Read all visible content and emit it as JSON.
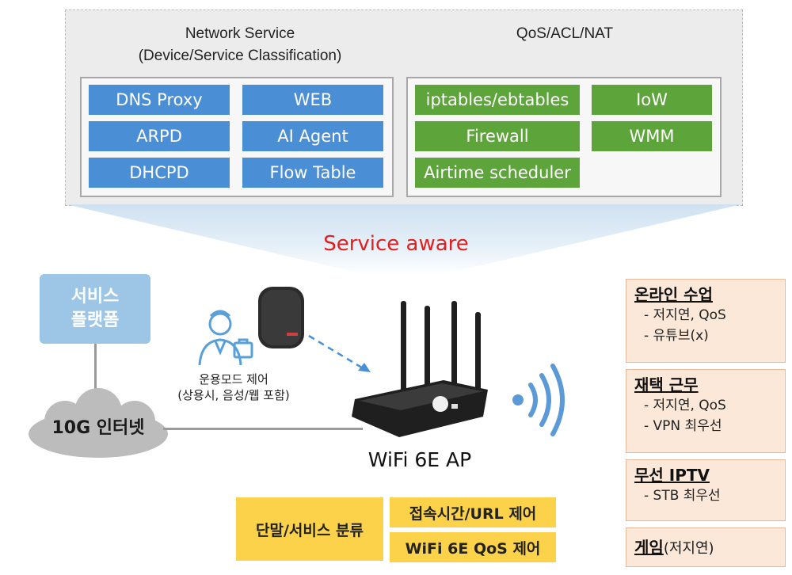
{
  "top_panel": {
    "network_service": {
      "title_line1": "Network Service",
      "title_line2": "(Device/Service Classification)",
      "items": [
        "DNS Proxy",
        "WEB",
        "ARPD",
        "AI Agent",
        "DHCPD",
        "Flow Table"
      ]
    },
    "qos": {
      "title": "QoS/ACL/NAT",
      "items": [
        "iptables/ebtables",
        "IoW",
        "Firewall",
        "WMM",
        "Airtime scheduler"
      ]
    }
  },
  "service_aware": "Service aware",
  "platform": {
    "line1": "서비스",
    "line2": "플랫폼"
  },
  "internet": "10G 인터넷",
  "ops_mode": {
    "line1": "운용모드 제어",
    "line2": "(상용시, 음성/웹 포함)"
  },
  "ap_label": "WiFi 6E AP",
  "bottom": {
    "classify": "단말/서비스 분류",
    "access_control": "접속시간/URL  제어",
    "qos_control": "WiFi 6E QoS 제어"
  },
  "use_cases": [
    {
      "title": "온라인 수업",
      "subs": [
        "- 저지연, QoS",
        "- 유튜브(x)"
      ]
    },
    {
      "title": "재택 근무",
      "subs": [
        "- 저지연, QoS",
        "- VPN 최우선"
      ]
    },
    {
      "title": "무선 IPTV",
      "subs": [
        "- STB 최우선"
      ]
    },
    {
      "title": "게임",
      "inline": " (저지연)"
    }
  ],
  "colors": {
    "blue_chip": "#4a8fd6",
    "green_chip": "#5da53b",
    "accent_red": "#e02020",
    "yellow_box": "#fbd24a",
    "use_case_bg": "#fbe8d8",
    "platform_bg": "#9cc5e6"
  }
}
